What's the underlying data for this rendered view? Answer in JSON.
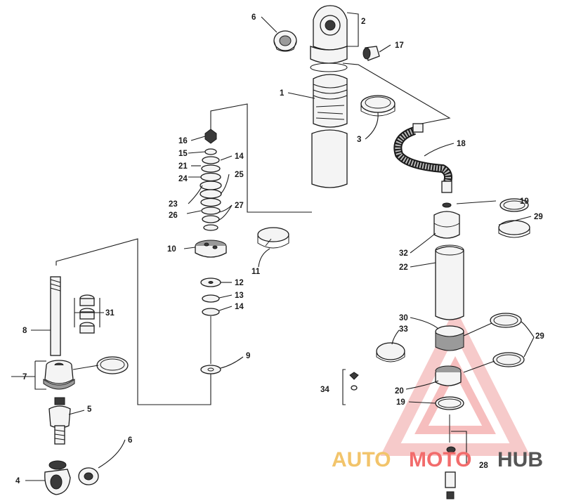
{
  "callouts": {
    "c1": "1",
    "c2": "2",
    "c3": "3",
    "c4": "4",
    "c5": "5",
    "c6a": "6",
    "c6b": "6",
    "c7": "7",
    "c8": "8",
    "c9": "9",
    "c10": "10",
    "c11": "11",
    "c12": "12",
    "c13": "13",
    "c14a": "14",
    "c14b": "14",
    "c15": "15",
    "c16": "16",
    "c17": "17",
    "c18": "18",
    "c19a": "19",
    "c19b": "19",
    "c20": "20",
    "c21": "21",
    "c22": "22",
    "c23": "23",
    "c24": "24",
    "c25": "25",
    "c26": "26",
    "c27": "27",
    "c28": "28",
    "c29a": "29",
    "c29b": "29",
    "c30": "30",
    "c31": "31",
    "c32": "32",
    "c33": "33",
    "c34": "34"
  },
  "watermark": {
    "part1": "AUTO",
    "part2": "MOTO",
    "part3": "HUB",
    "colors": {
      "auto": "#f2c46b",
      "moto": "#f26c6c",
      "hub": "#555555",
      "triangle": "#f28a8a"
    }
  }
}
